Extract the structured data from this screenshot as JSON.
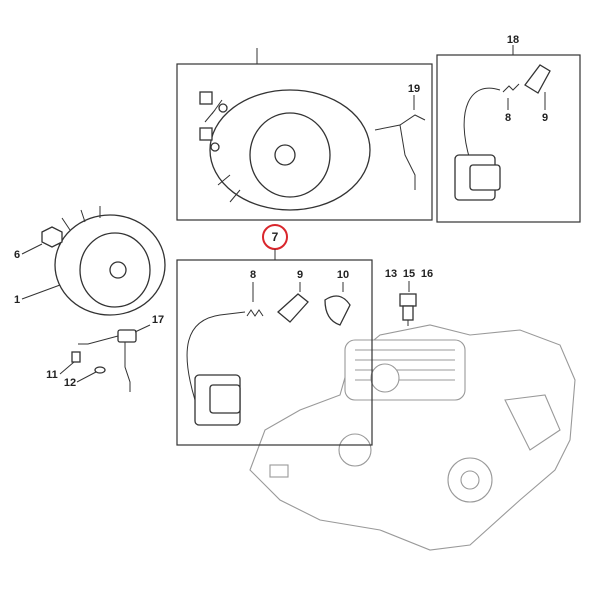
{
  "diagram": {
    "highlight_color": "#d9262c",
    "labels": {
      "ignition_module_set": "7",
      "flywheel": "1",
      "nut": "6",
      "short_circuit_wire": "17",
      "screw": "11",
      "washer": "12",
      "spring_top": "8",
      "spark_boot_top": "9",
      "ignition_lead_set": "18",
      "ground_wire": "19",
      "spring": "8",
      "spark_boot": "9",
      "grommet": "10",
      "spark_plug_a": "13",
      "spark_plug_b": "15",
      "spark_plug_c": "16"
    }
  }
}
